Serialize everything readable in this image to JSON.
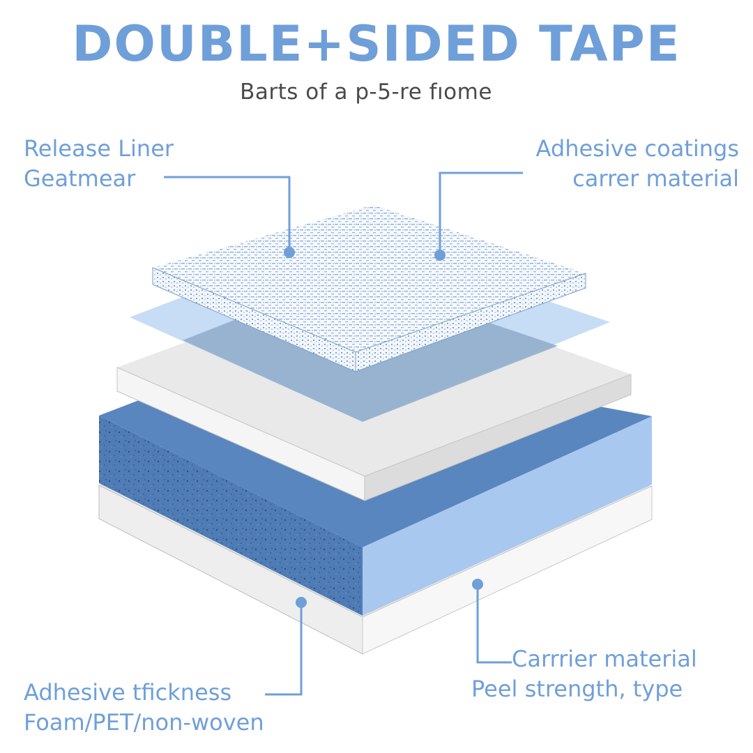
{
  "header": {
    "title": "DOUBLE+SIDED TAPE",
    "subtitle": "Barts of a p-5-re fıome"
  },
  "callouts": {
    "top_left": {
      "line1": "Release Liner",
      "line2": "Geatmear"
    },
    "top_right": {
      "line1": "Adhesive coatings",
      "line2": "carrer material"
    },
    "bottom_left": {
      "line1": "Adhesive tfickness",
      "line2": "Foam/PET/non-woven"
    },
    "bottom_right": {
      "line1": "Carrrier material",
      "line2": "Peel strength, type"
    }
  },
  "colors": {
    "accent": "#6f9fd9",
    "dark_blue": "#537fb8",
    "light_blue": "#a9c8ef",
    "film_blue": "#c5dcf6",
    "paper_white": "#f2f2f2",
    "text_gray": "#4a4a4a"
  }
}
